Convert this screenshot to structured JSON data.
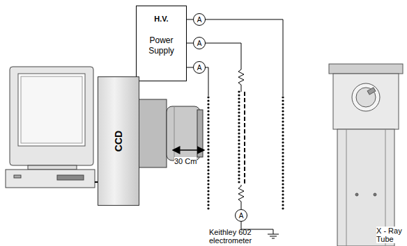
{
  "diagram": {
    "nodes": [
      {
        "text": [
          "H.V.",
          "Power Supply"
        ]
      },
      {
        "text": [
          "A"
        ]
      },
      {
        "text": [
          "A"
        ]
      },
      {
        "text": [
          "A"
        ]
      },
      {
        "text": [
          "CCD"
        ]
      },
      {
        "text": [
          "A"
        ]
      }
    ],
    "edges": [
      {
        "from": 0,
        "to": 1,
        "arrow": "none"
      },
      {
        "from": 0,
        "to": 2,
        "arrow": "none"
      },
      {
        "from": 0,
        "to": 3,
        "arrow": "none"
      }
    ],
    "labels": [
      "30 Cm",
      "Keithley 602 electrometer",
      "X - Ray Tube"
    ]
  }
}
